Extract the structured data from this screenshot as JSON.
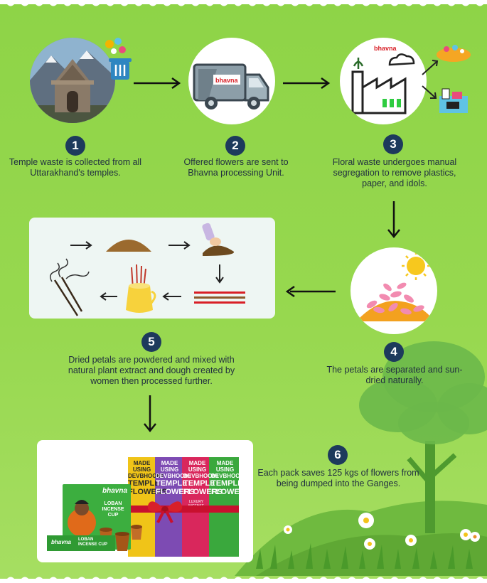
{
  "steps": [
    {
      "number": "1",
      "text": "Temple waste is collected from all Uttarakhand's temples."
    },
    {
      "number": "2",
      "text": "Offered flowers are sent to Bhavna processing Unit."
    },
    {
      "number": "3",
      "text": "Floral waste undergoes manual segregation to remove plastics, paper, and idols."
    },
    {
      "number": "4",
      "text": "The petals are separated and sun-dried naturally."
    },
    {
      "number": "5",
      "text": "Dried petals are powdered and mixed with natural plant extract and dough created by women then processed further."
    },
    {
      "number": "6",
      "text": "Each pack saves 125 kgs of flowers from being dumped into the Ganges."
    }
  ],
  "brand": {
    "name": "bhavna",
    "tagline": "Made Using Devbhoomi Temple Flowers"
  },
  "product": {
    "cup_box_line1": "LOBAN",
    "cup_box_line2": "INCENSE CUP",
    "stick_box_lines": [
      "MADE USING",
      "DEVBHOOMI",
      "TEMPLE",
      "FLOWERS"
    ],
    "stick_box_sub": "LUXURY INCENSE STICKS"
  },
  "colors": {
    "background": "#97d84f",
    "step_badge": "#1d3a5c",
    "arrow": "#111111"
  }
}
